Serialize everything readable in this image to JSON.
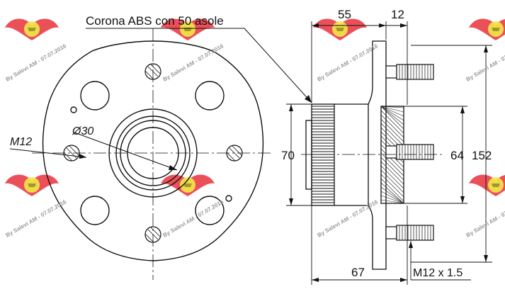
{
  "drawing": {
    "abs_ring_label": "Corona ABS con 50 asole",
    "bolt_label": "M12",
    "bore_label": "Ø30",
    "dim_hub_depth": "55",
    "dim_flange_width": "12",
    "dim_abs_diameter": "70",
    "dim_pilot_diameter": "64",
    "dim_bolt_span": "152",
    "dim_overall_length": "67",
    "stud_thread": "M12 x 1.5"
  },
  "watermark": {
    "text": "By Salevi AM - 07.07.2016",
    "colors": {
      "wing": "#e6242e",
      "badge": "#f2e84a"
    }
  },
  "colors": {
    "line": "#111111",
    "hatch": "#222222"
  }
}
